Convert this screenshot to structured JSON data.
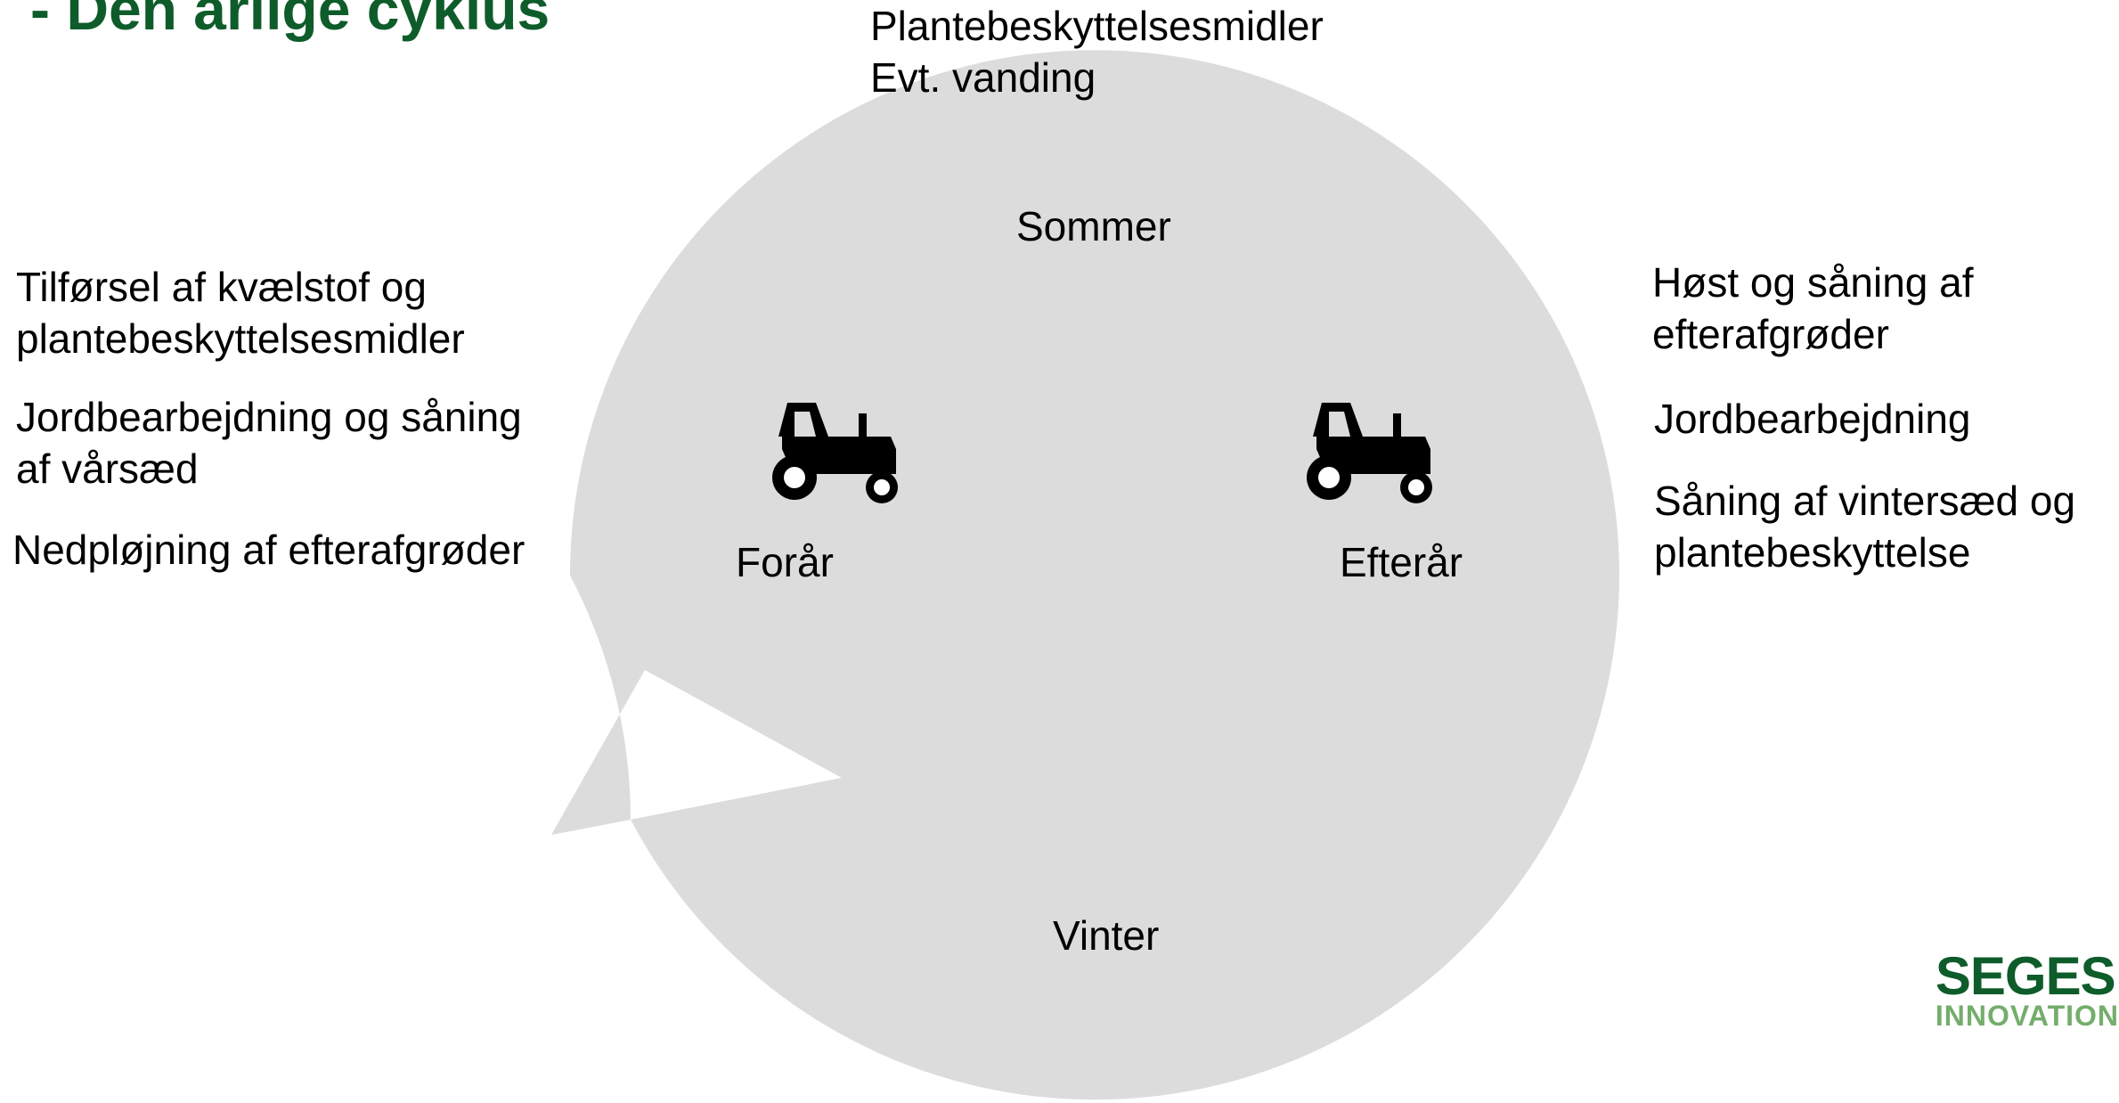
{
  "colors": {
    "title": "#0f5c2b",
    "ring": "#dcdcdc",
    "text": "#000000",
    "logo_primary": "#0f5c2b",
    "logo_secondary": "#74ad6c"
  },
  "title": "- Den årlige cyklus",
  "seasons": {
    "summer": "Sommer",
    "spring": "Forår",
    "autumn": "Efterår",
    "winter": "Vinter"
  },
  "summer_activities": [
    "Plantebeskyttelsesmidler",
    "Evt. vanding"
  ],
  "spring_activities": [
    [
      "Tilførsel af kvælstof og",
      "plantebeskyttelsesmidler"
    ],
    [
      "Jordbearbejdning og såning",
      "af vårsæd"
    ],
    [
      "Nedpløjning af efterafgrøder"
    ]
  ],
  "autumn_activities": [
    [
      "Høst og såning af",
      "efterafgrøder"
    ],
    [
      "Jordbearbejdning"
    ],
    [
      "Såning af vintersæd og",
      "plantebeskyttelse"
    ]
  ],
  "icons": [
    "tractor-icon",
    "tractor-icon"
  ],
  "logo": {
    "line1": "SEGES",
    "line2": "INNOVATION"
  }
}
